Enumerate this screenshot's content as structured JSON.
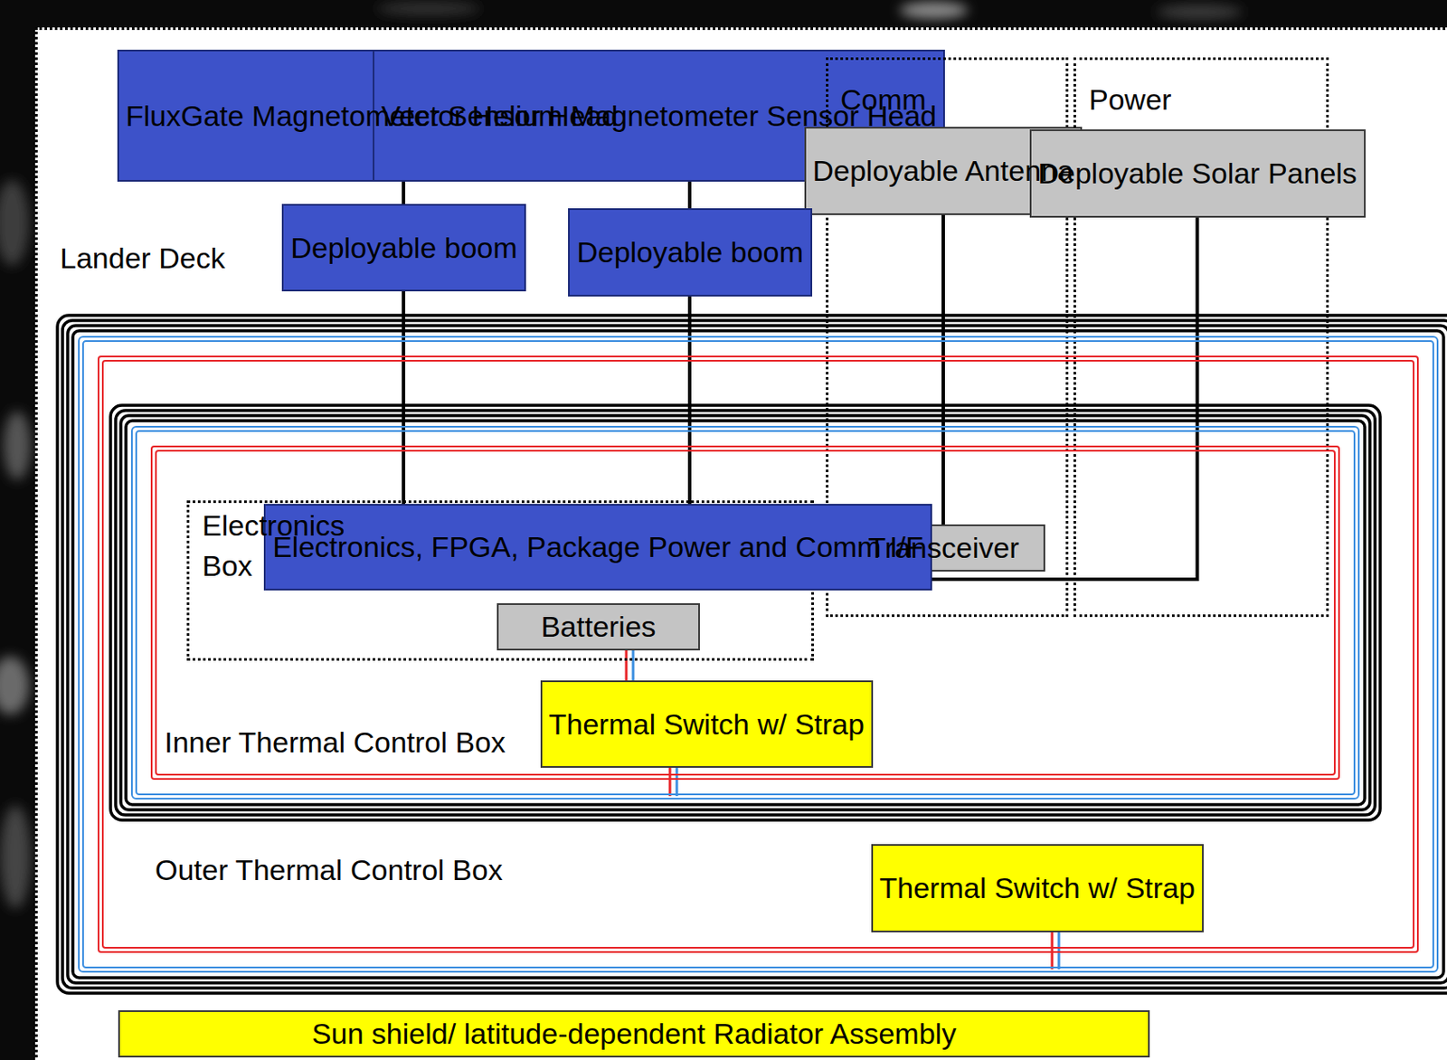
{
  "diagram": {
    "nodes": [
      {
        "text": [
          "Lander Deck"
        ]
      },
      {
        "text": [
          "FluxGate Magnetometer Sensor Head"
        ],
        "in": 0
      },
      {
        "text": [
          "Vector Helium Magnetometer Sensor Head"
        ],
        "in": 0
      },
      {
        "text": [
          "Comm"
        ],
        "in": 0
      },
      {
        "text": [
          "Deployable Antenna"
        ],
        "in": 3
      },
      {
        "text": [
          "Power"
        ],
        "in": 0
      },
      {
        "text": [
          "Deployable Solar Panels"
        ],
        "in": 5
      },
      {
        "text": [
          "Deployable boom"
        ],
        "in": 0
      },
      {
        "text": [
          "Deployable boom"
        ],
        "in": 0
      },
      {
        "text": [
          "Outer Thermal Control Box"
        ],
        "in": 0
      },
      {
        "text": [
          "Inner Thermal Control Box"
        ],
        "in": 9
      },
      {
        "text": [
          "Electronics Box"
        ],
        "in": 10
      },
      {
        "text": [
          "Electronics, FPGA, Package Power and Comm I/F"
        ],
        "in": 11
      },
      {
        "text": [
          "Transceiver"
        ],
        "in": 3
      },
      {
        "text": [
          "Batteries"
        ],
        "in": 11
      },
      {
        "text": [
          "Thermal Switch w/ Strap"
        ],
        "in": 10
      },
      {
        "text": [
          "Thermal Switch w/ Strap"
        ],
        "in": 9
      },
      {
        "text": [
          "Sun shield/ latitude-dependent Radiator Assembly"
        ],
        "in": 0
      }
    ],
    "edges": [
      {
        "from": 1,
        "to": 7,
        "arrow": "none"
      },
      {
        "from": 7,
        "to": 12,
        "arrow": "none"
      },
      {
        "from": 2,
        "to": 8,
        "arrow": "none"
      },
      {
        "from": 8,
        "to": 12,
        "arrow": "none"
      },
      {
        "from": 4,
        "to": 13,
        "arrow": "none"
      },
      {
        "from": 12,
        "to": 13,
        "arrow": "none"
      },
      {
        "from": 6,
        "to": 12,
        "arrow": "none"
      },
      {
        "from": 14,
        "to": 15,
        "arrow": "none"
      },
      {
        "from": 15,
        "to": 10,
        "arrow": "none"
      },
      {
        "from": 16,
        "to": 9,
        "arrow": "none"
      }
    ]
  }
}
